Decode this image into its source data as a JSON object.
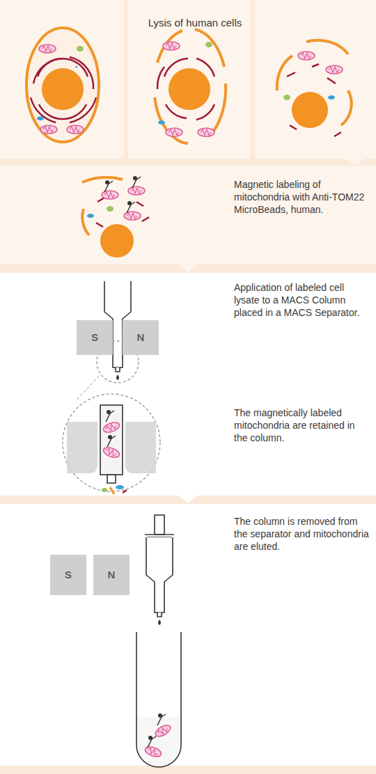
{
  "diagram": {
    "nodes": [
      {
        "text": [
          "Lysis of human cells"
        ]
      },
      {
        "text": [
          "Magnetic labeling of mitochondria with Anti-TOM22 MicroBeads, human."
        ]
      },
      {
        "text": [
          "Application of labeled cell lysate to a MACS Column placed in a MACS Separator.",
          "The magnetically labeled mitochondria  are retained in the column."
        ]
      },
      {
        "text": [
          "S"
        ],
        "in": 2
      },
      {
        "text": [
          "N"
        ],
        "in": 2
      },
      {
        "text": [
          "The column is removed from the separator and mitochondria are eluted."
        ]
      },
      {
        "text": [
          "S"
        ],
        "in": 5
      },
      {
        "text": [
          "N"
        ],
        "in": 5
      }
    ],
    "edges": [
      {
        "from": 0,
        "to": 1,
        "arrow": "to"
      },
      {
        "from": 1,
        "to": 2,
        "arrow": "to"
      },
      {
        "from": 2,
        "to": 5,
        "arrow": "to"
      }
    ]
  }
}
